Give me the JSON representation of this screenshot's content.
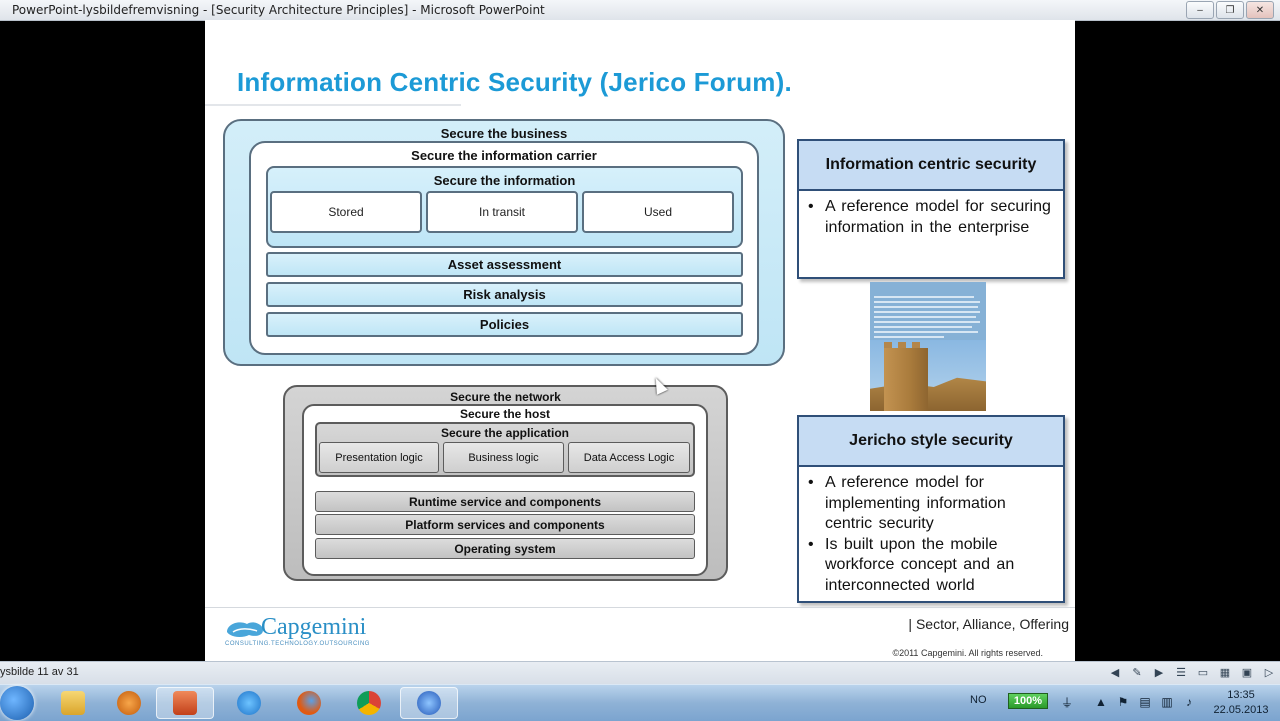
{
  "window": {
    "title": "PowerPoint-lysbildefremvisning - [Security Architecture Principles] - Microsoft PowerPoint",
    "minimize": "–",
    "maximize": "❐",
    "close": "✕"
  },
  "slide": {
    "title": "Information  Centric  Security  (Jerico  Forum).",
    "blue_diagram": {
      "outer": "Secure the business",
      "carrier": "Secure the information  carrier",
      "information": "Secure the information",
      "states": [
        "Stored",
        "In transit",
        "Used"
      ],
      "bars": [
        "Asset assessment",
        "Risk analysis",
        "Policies"
      ]
    },
    "grey_diagram": {
      "network": "Secure the network",
      "host": "Secure the host",
      "application": "Secure the application",
      "logic": [
        "Presentation logic",
        "Business logic",
        "Data Access Logic"
      ],
      "bars": [
        "Runtime service and components",
        "Platform services and components",
        "Operating system"
      ]
    },
    "panel_info": {
      "heading": "Information centric security",
      "bullets": [
        "A reference model for securing information in the enterprise"
      ]
    },
    "panel_jericho": {
      "heading": "Jericho style security",
      "bullets": [
        "A reference model for implementing information centric security",
        "Is built upon the mobile workforce concept and an interconnected world"
      ]
    },
    "footer": {
      "logo": "Capgemini",
      "logo_tagline": "CONSULTING.TECHNOLOGY.OUTSOURCING",
      "right_text": "| Sector,  Alliance,  Offering",
      "copyright": "©2011 Capgemini. All rights reserved."
    }
  },
  "statusbar": {
    "slide_indicator": "ysbilde 11 av 31"
  },
  "taskbar": {
    "language": "NO",
    "battery": "100%",
    "time": "13:35",
    "date": "22.05.2013"
  },
  "colors": {
    "title_blue": "#1c9ad6",
    "diagram_blue": "#bfe5f5",
    "panel_header": "#c6dcf3",
    "panel_border": "#2f4f78",
    "diagram_grey": "#c3c3c3"
  },
  "icons": [
    "windows-start-icon",
    "folder-icon",
    "media-player-icon",
    "powerpoint-icon",
    "internet-explorer-icon",
    "firefox-icon",
    "chrome-icon",
    "app-icon",
    "battery-icon",
    "network-icon",
    "volume-icon",
    "flag-icon"
  ]
}
